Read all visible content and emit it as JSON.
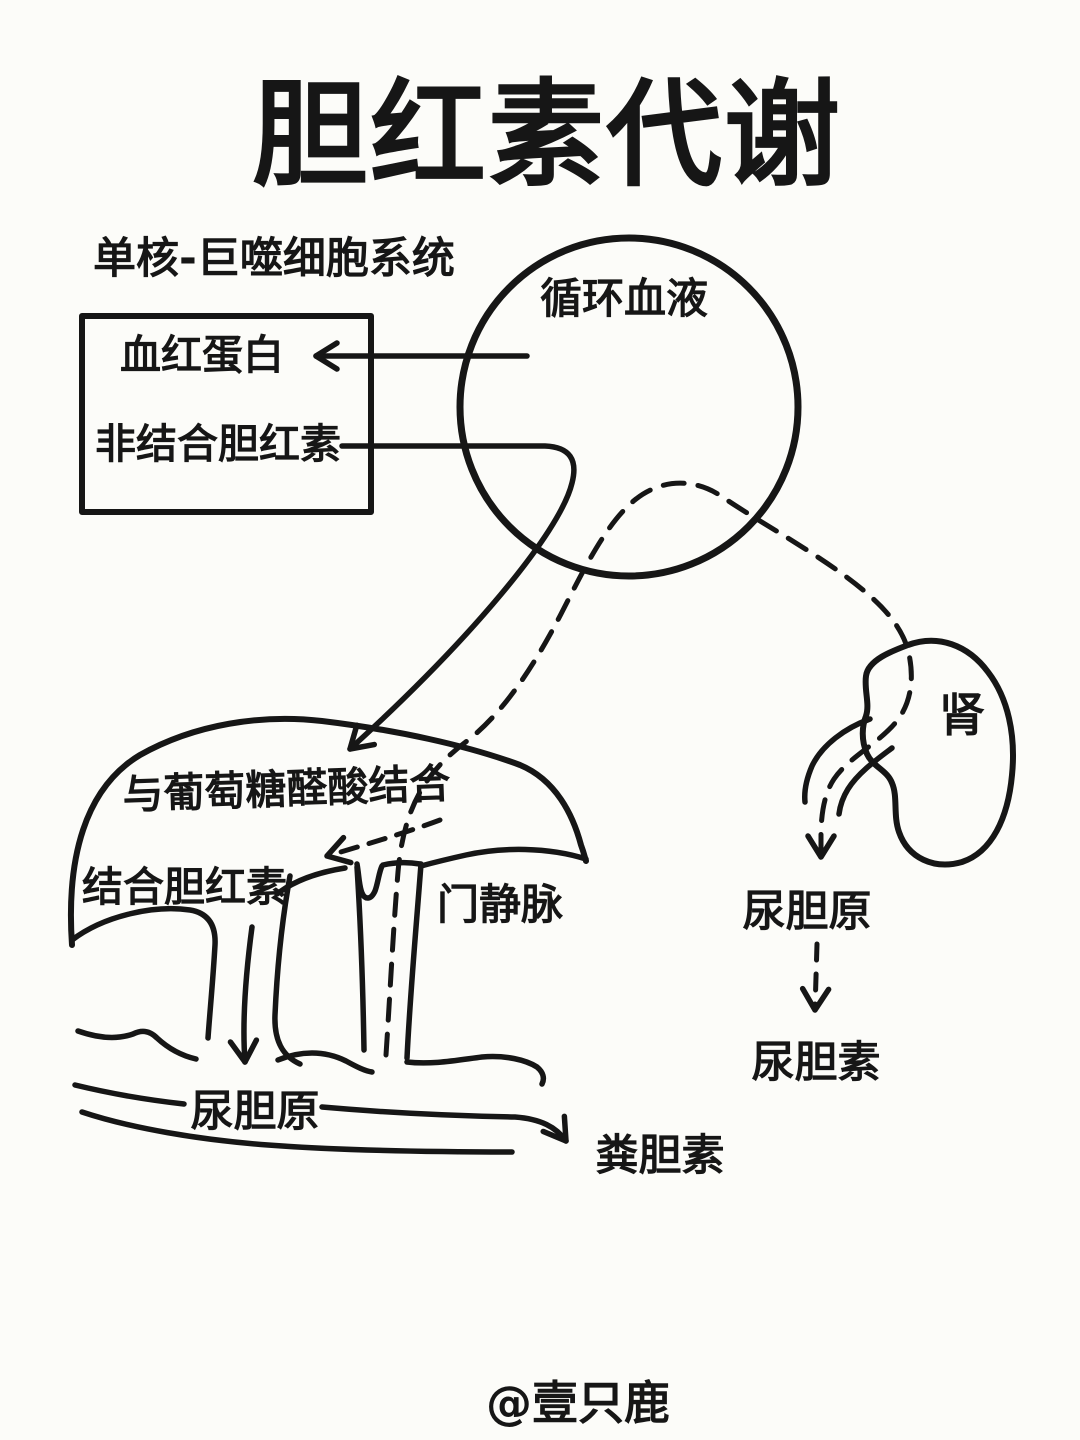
{
  "title": "胆红素代谢",
  "labels": {
    "system": "单核-巨噬细胞系统",
    "hemoglobin": "血红蛋白",
    "unconjugated_bilirubin": "非结合胆红素",
    "circulating_blood": "循环血液",
    "glucuronic_acid_conjugation": "与葡萄糖醛酸结合",
    "conjugated_bilirubin": "结合胆红素",
    "portal_vein": "门静脉",
    "kidney": "肾",
    "urobilinogen_urine": "尿胆原",
    "urobilin": "尿胆素",
    "urobilinogen_intestine": "尿胆原",
    "stercobilin": "粪胆素"
  },
  "signature": "@壹只鹿",
  "colors": {
    "ink": "#161616",
    "background": "#fcfcf9"
  }
}
